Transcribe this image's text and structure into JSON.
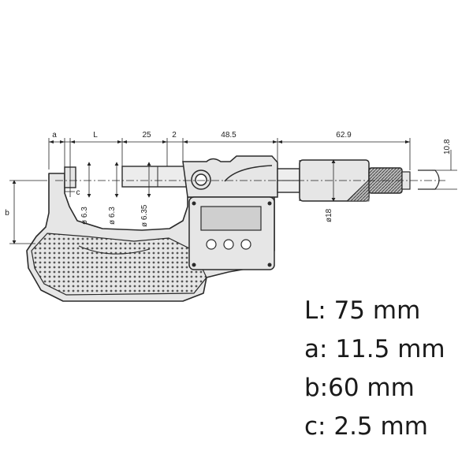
{
  "diagram": {
    "dimensions": {
      "a": "a",
      "L": "L",
      "d25": "25",
      "d2": "2",
      "d48_5": "48.5",
      "d62_9": "62.9",
      "d10_8": "10.8",
      "b": "b",
      "c": "c",
      "phi_6_3_a": "ø 6.3",
      "phi_6_3_b": "ø 6.3",
      "phi_6_35": "ø 6.35",
      "phi_18": "ø18"
    }
  },
  "specs": [
    {
      "label": "L:",
      "value": "75 mm"
    },
    {
      "label": "a:",
      "value": "11.5 mm"
    },
    {
      "label": "b:",
      "value": "60 mm"
    },
    {
      "label": "c:",
      "value": "2.5 mm"
    }
  ],
  "colors": {
    "body_fill": "#e6e6e6",
    "outline": "#2a2a2a",
    "display": "#cfcfcf"
  }
}
